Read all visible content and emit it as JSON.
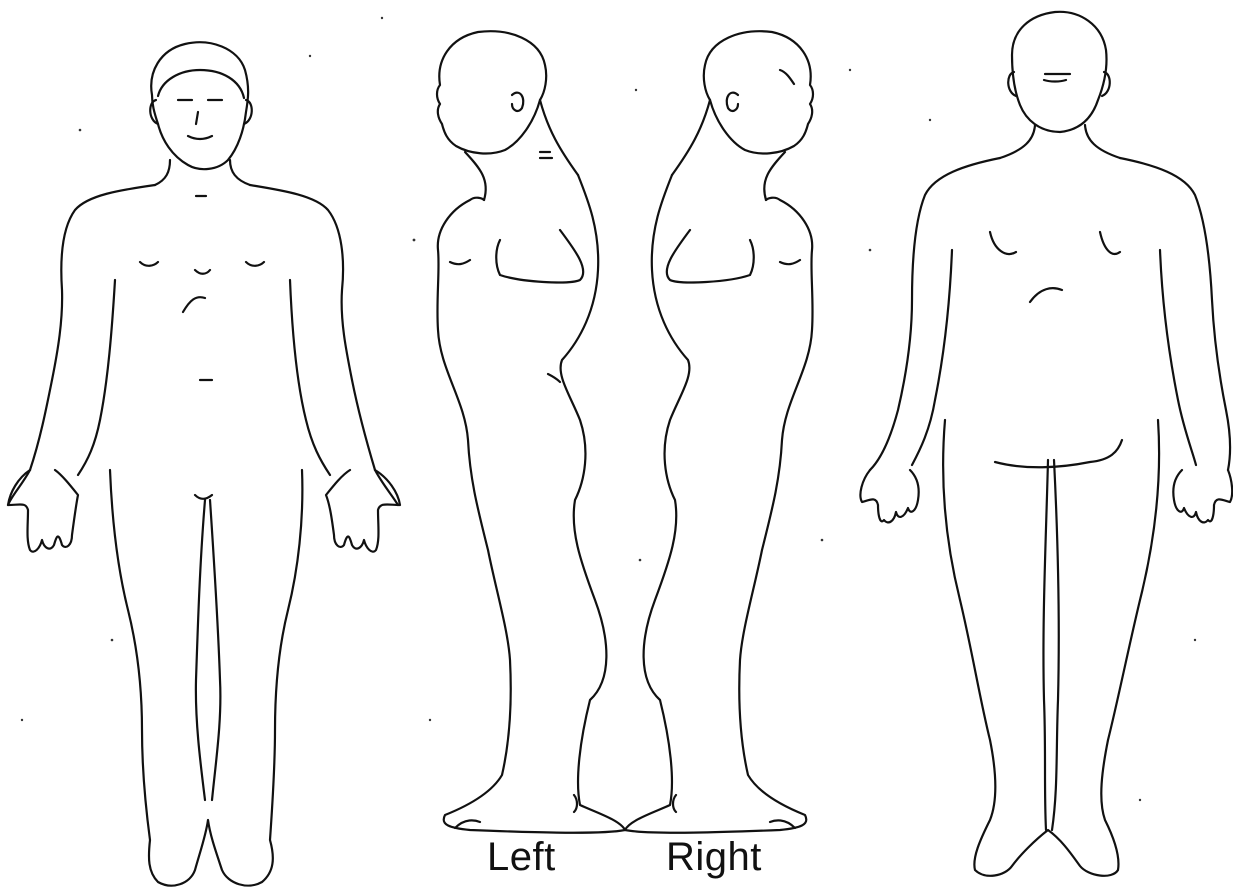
{
  "labels": {
    "left": "Left",
    "right": "Right"
  },
  "views": [
    "front-view",
    "left-side-view",
    "right-side-view",
    "back-view"
  ],
  "colors": {
    "line": "#111111",
    "background": "#ffffff"
  }
}
